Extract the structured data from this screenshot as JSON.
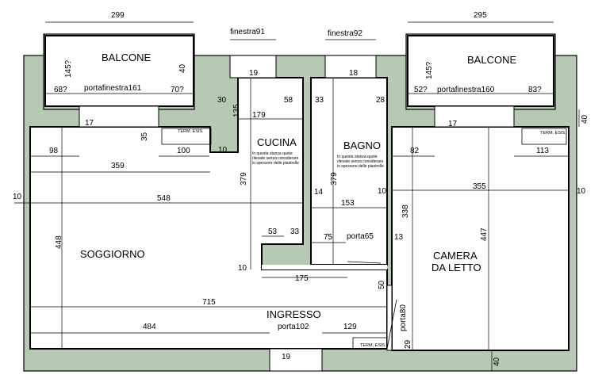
{
  "colors": {
    "wall_fill": "#b6c9b2",
    "line": "#000000",
    "room_fill": "#ffffff"
  },
  "rooms": {
    "balcone_left": "BALCONE",
    "balcone_right": "BALCONE",
    "cucina": "CUCINA",
    "bagno": "BAGNO",
    "soggiorno": "SOGGIORNO",
    "ingresso": "INGRESSO",
    "camera_line1": "CAMERA",
    "camera_line2": "DA LETTO"
  },
  "notes": {
    "cucina_note": "In questa stanza quote rilevate senza considerare lo spessore delle piastrelle",
    "bagno_note": "In questa stanza quote rilevate senza considerare lo spessore delle piastrelle",
    "term_left": "TERM. ESIS.",
    "term_right": "TERM. ESIS.",
    "term_bottom": "TERM. ESIS."
  },
  "openings": {
    "finestra91": "finestra91",
    "finestra92": "finestra92",
    "portafinestra161": "portafinestra161",
    "portafinestra160": "portafinestra160",
    "porta65": "porta65",
    "porta80": "porta80",
    "porta102": "porta102"
  },
  "dims": {
    "d299": "299",
    "d295": "295",
    "d145_left": "145?",
    "d40_balc_left": "40",
    "d68": "68?",
    "d70": "70?",
    "d17_left": "17",
    "d35": "35",
    "d98": "98",
    "d100": "100",
    "d10_a": "10",
    "d359": "359",
    "d10_left": "10",
    "d548": "548",
    "d448": "448",
    "d715": "715",
    "d484": "484",
    "d19_bottom": "19",
    "d129": "129",
    "d19_f91": "19",
    "d30": "30",
    "d135": "135",
    "d179": "179",
    "d58": "58",
    "d379_cucina": "379",
    "d14": "14",
    "d53": "53",
    "d33_cucina": "33",
    "d10_cucina": "10",
    "d175": "175",
    "d18": "18",
    "d33_bagno": "33",
    "d28": "28",
    "d379_bagno": "379",
    "d10_bagno": "10",
    "d153": "153",
    "d75": "75",
    "d13": "13",
    "d50": "50",
    "d145_right": "145?",
    "d52": "52?",
    "d83": "83?",
    "d17_right": "17",
    "d40_right": "40",
    "d82": "82",
    "d113": "113",
    "d355": "355",
    "d10_right": "10",
    "d338": "338",
    "d447": "447",
    "d29": "29",
    "d40_bottom": "40"
  }
}
